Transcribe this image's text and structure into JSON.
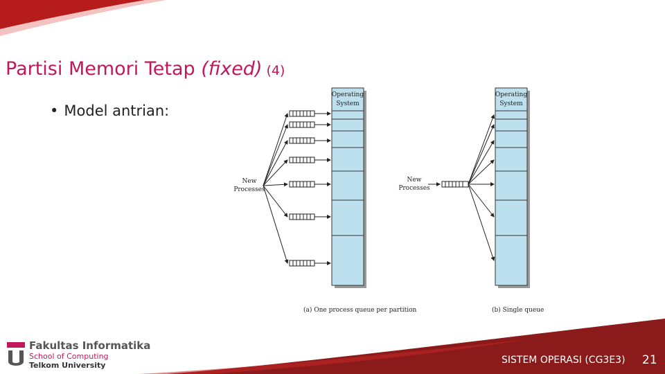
{
  "slide": {
    "title_main": "Partisi Memori Tetap ",
    "title_italic": "(fixed)",
    "title_number": " (4)",
    "bullet_text": "Model antrian:"
  },
  "diagram": {
    "os_label_line1": "Operating",
    "os_label_line2": "System",
    "new_processes_line1": "New",
    "new_processes_line2": "Processes",
    "caption_a": "(a) One process queue per partition",
    "caption_b": "(b) Single queue"
  },
  "footer": {
    "faculty": "Fakultas Informatika",
    "school": "School of Computing",
    "university": "Telkom University",
    "course": "SISTEM OPERASI (CG3E3)",
    "page_number": "21"
  },
  "colors": {
    "accent": "#c2185b",
    "footer_dark": "#8b1a1a",
    "partition_fill": "#bde0ee"
  }
}
